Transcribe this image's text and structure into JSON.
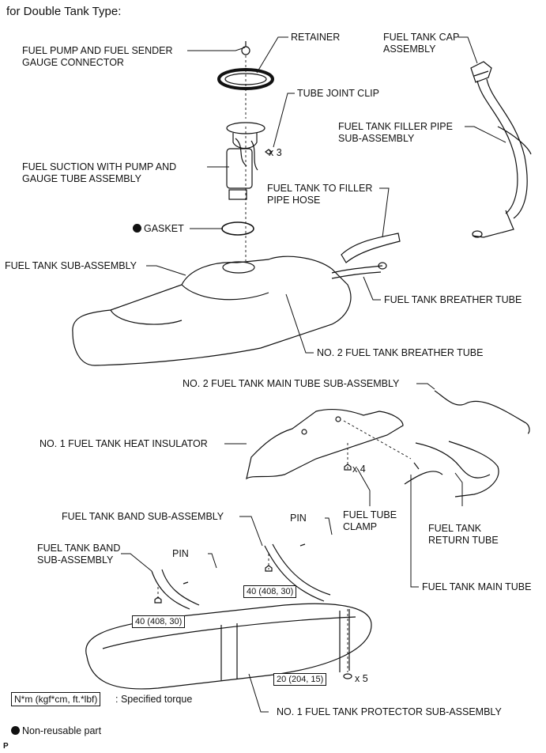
{
  "title": "for Double Tank Type:",
  "labels": {
    "pump_connector": [
      "FUEL PUMP AND FUEL SENDER",
      "GAUGE CONNECTOR"
    ],
    "retainer": "RETAINER",
    "cap": [
      "FUEL TANK CAP",
      "ASSEMBLY"
    ],
    "tube_joint_clip": "TUBE JOINT CLIP",
    "filler_pipe": [
      "FUEL TANK FILLER PIPE",
      "SUB-ASSEMBLY"
    ],
    "suction": [
      "FUEL SUCTION WITH PUMP AND",
      "GAUGE TUBE ASSEMBLY"
    ],
    "filler_hose": [
      "FUEL TANK TO FILLER",
      "PIPE HOSE"
    ],
    "gasket": "GASKET",
    "tank": "FUEL TANK SUB-ASSEMBLY",
    "breather": "FUEL TANK BREATHER TUBE",
    "breather2": "NO. 2 FUEL TANK BREATHER TUBE",
    "main_tube2": "NO. 2 FUEL TANK MAIN TUBE SUB-ASSEMBLY",
    "insulator": "NO. 1 FUEL TANK HEAT INSULATOR",
    "tube_clamp": [
      "FUEL TUBE",
      "CLAMP"
    ],
    "return_tube": [
      "FUEL TANK",
      "RETURN TUBE"
    ],
    "band_right": "FUEL TANK BAND SUB-ASSEMBLY",
    "band_left": [
      "FUEL TANK BAND",
      "SUB-ASSEMBLY"
    ],
    "pin_right": "PIN",
    "pin_left": "PIN",
    "main_tube": "FUEL TANK MAIN TUBE",
    "protector": "NO. 1 FUEL TANK PROTECTOR SUB-ASSEMBLY"
  },
  "quantities": {
    "clip": "x 3",
    "insulator_nut": "x 4",
    "protector_bolt": "x 5"
  },
  "torques": {
    "band_right": "40 (408, 30)",
    "band_left": "40 (408, 30)",
    "protector": "20 (204, 15)"
  },
  "legend": {
    "torque_units": "N*m (kgf*cm, ft.*lbf)",
    "torque_desc": ": Specified torque",
    "nonreusable": "Non-reusable part"
  },
  "corner_mark": "P"
}
